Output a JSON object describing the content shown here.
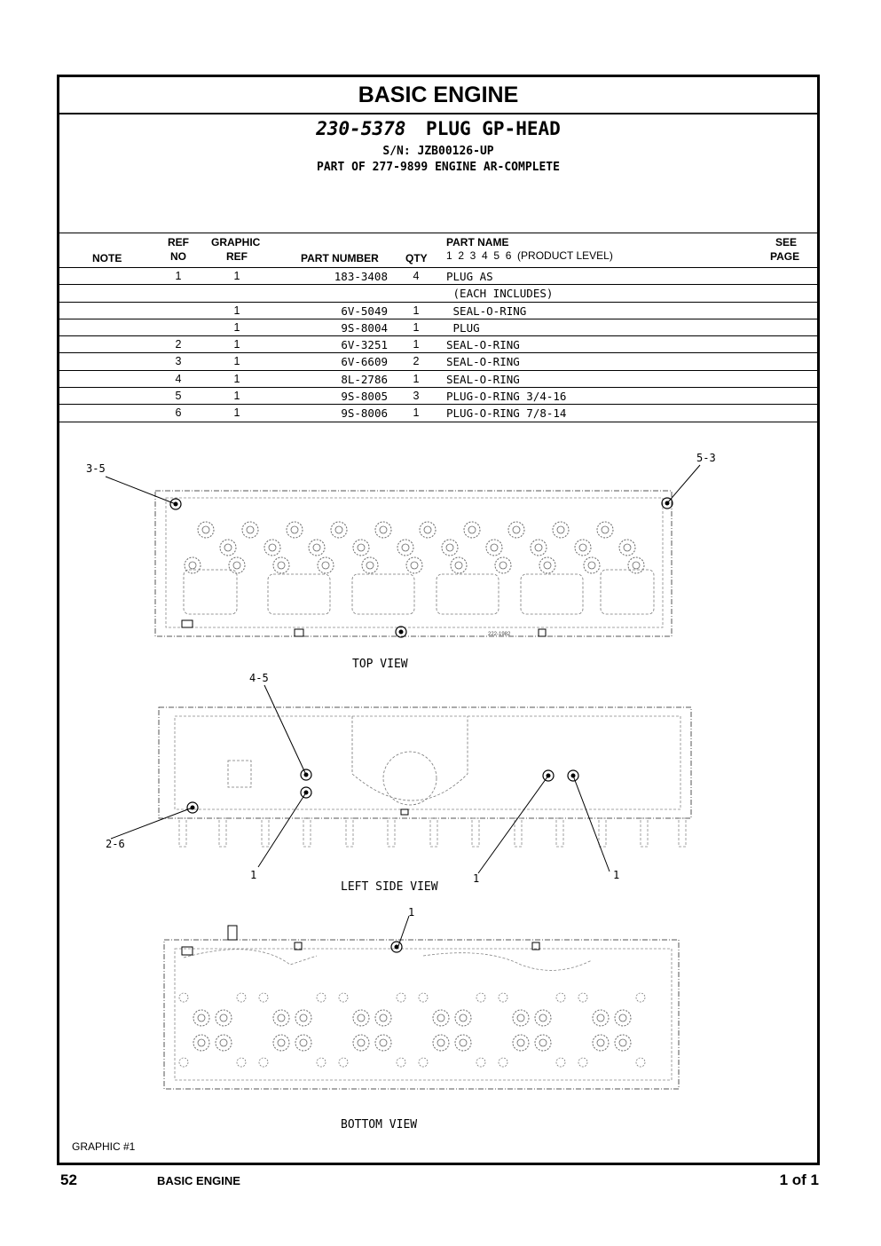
{
  "header": {
    "title": "BASIC ENGINE"
  },
  "group": {
    "number": "230-5378",
    "name": "PLUG GP-HEAD",
    "serial": "S/N: JZB00126-UP",
    "part_of": "PART OF 277-9899 ENGINE AR-COMPLETE"
  },
  "table": {
    "headers": {
      "note": "NOTE",
      "ref_top": "REF",
      "ref_bottom": "NO",
      "graphic_top": "GRAPHIC",
      "graphic_bottom": "REF",
      "part_number": "PART NUMBER",
      "qty": "QTY",
      "part_name": "PART NAME",
      "product_level": "1  2  3  4  5  6  (PRODUCT LEVEL)",
      "see_top": "SEE",
      "see_bottom": "PAGE"
    },
    "rows": [
      {
        "ref": "1",
        "graphic": "1",
        "part": "183-3408",
        "qty": "4",
        "name": "PLUG AS"
      },
      {
        "ref": "",
        "graphic": "",
        "part": "",
        "qty": "",
        "name": " (EACH INCLUDES)"
      },
      {
        "ref": "",
        "graphic": "1",
        "part": "6V-5049",
        "qty": "1",
        "name": " SEAL-O-RING"
      },
      {
        "ref": "",
        "graphic": "1",
        "part": "9S-8004",
        "qty": "1",
        "name": " PLUG"
      },
      {
        "ref": "2",
        "graphic": "1",
        "part": "6V-3251",
        "qty": "1",
        "name": "SEAL-O-RING"
      },
      {
        "ref": "3",
        "graphic": "1",
        "part": "6V-6609",
        "qty": "2",
        "name": "SEAL-O-RING"
      },
      {
        "ref": "4",
        "graphic": "1",
        "part": "8L-2786",
        "qty": "1",
        "name": "SEAL-O-RING"
      },
      {
        "ref": "5",
        "graphic": "1",
        "part": "9S-8005",
        "qty": "3",
        "name": "PLUG-O-RING 3/4-16"
      },
      {
        "ref": "6",
        "graphic": "1",
        "part": "9S-8006",
        "qty": "1",
        "name": "PLUG-O-RING 7/8-14"
      }
    ]
  },
  "drawing": {
    "views": {
      "top": "TOP VIEW",
      "left_side": "LEFT SIDE VIEW",
      "bottom": "BOTTOM VIEW"
    },
    "callouts": {
      "c35": "3-5",
      "c53": "5-3",
      "c45": "4-5",
      "c26": "2-6",
      "c1a": "1",
      "c1b": "1",
      "c1c": "1",
      "c1d": "1"
    },
    "casting_mark": "222-1982",
    "graphic_label": "GRAPHIC #1"
  },
  "footer": {
    "page": "52",
    "section": "BASIC ENGINE",
    "of": "1 of 1"
  }
}
